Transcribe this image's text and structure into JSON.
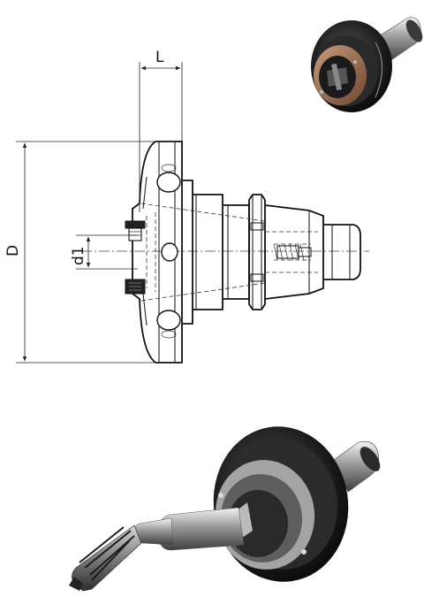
{
  "dimensions": {
    "length_label": "L",
    "diameter_label": "D",
    "bore_label": "d1"
  },
  "colors": {
    "line": "#222222",
    "metal_dark": "#1c1c1c",
    "metal_mid": "#6b6b6b",
    "metal_light": "#d9d9d9",
    "copper": "#9a6a4a"
  },
  "icons": {
    "photo_top": "tool-holder-photo-icon",
    "photo_bottom": "tool-holder-with-cutter-photo-icon"
  }
}
